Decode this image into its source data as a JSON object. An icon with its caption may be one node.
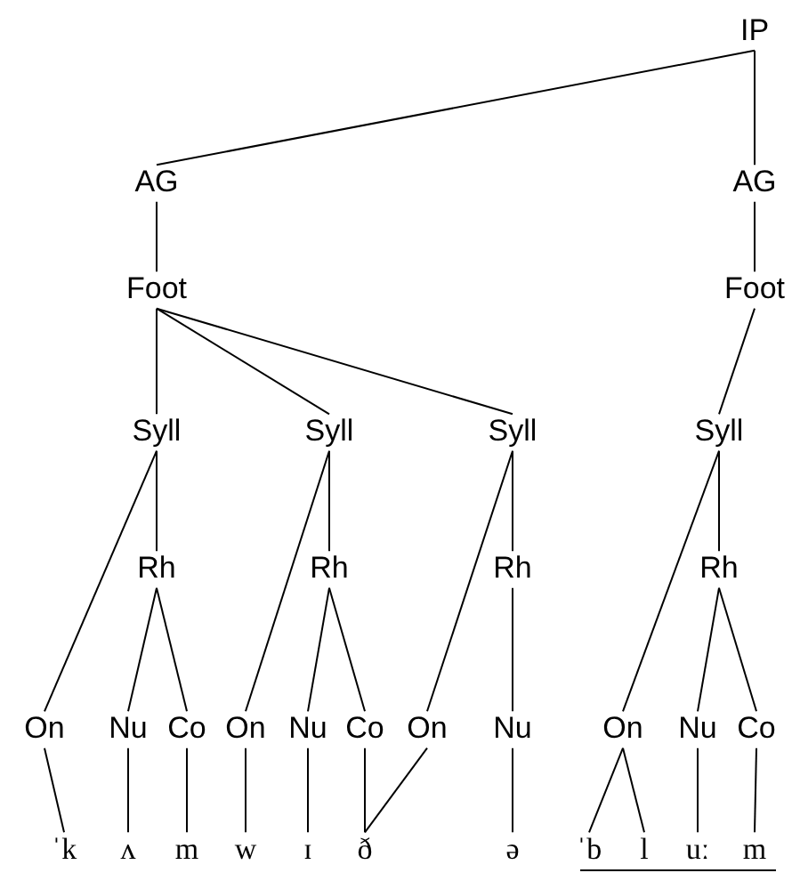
{
  "diagram": {
    "nodes": [
      {
        "text": [
          "IP"
        ]
      },
      {
        "text": [
          "AG"
        ]
      },
      {
        "text": [
          "AG"
        ]
      },
      {
        "text": [
          "Foot"
        ]
      },
      {
        "text": [
          "Foot"
        ]
      },
      {
        "text": [
          "Syll"
        ]
      },
      {
        "text": [
          "Syll"
        ]
      },
      {
        "text": [
          "Syll"
        ]
      },
      {
        "text": [
          "Syll"
        ]
      },
      {
        "text": [
          "Rh"
        ]
      },
      {
        "text": [
          "Rh"
        ]
      },
      {
        "text": [
          "Rh"
        ]
      },
      {
        "text": [
          "Rh"
        ]
      },
      {
        "text": [
          "On"
        ]
      },
      {
        "text": [
          "Nu"
        ]
      },
      {
        "text": [
          "Co"
        ]
      },
      {
        "text": [
          "On"
        ]
      },
      {
        "text": [
          "Nu"
        ]
      },
      {
        "text": [
          "Co"
        ]
      },
      {
        "text": [
          "On"
        ]
      },
      {
        "text": [
          "Nu"
        ]
      },
      {
        "text": [
          "On"
        ]
      },
      {
        "text": [
          "Nu"
        ]
      },
      {
        "text": [
          "Co"
        ]
      },
      {
        "text": [
          "ˈk"
        ]
      },
      {
        "text": [
          "ʌ"
        ]
      },
      {
        "text": [
          "m"
        ]
      },
      {
        "text": [
          "w"
        ]
      },
      {
        "text": [
          "ɪ"
        ]
      },
      {
        "text": [
          "ð"
        ]
      },
      {
        "text": [
          "ə"
        ]
      },
      {
        "text": [
          "ˈb"
        ]
      },
      {
        "text": [
          "l"
        ]
      },
      {
        "text": [
          "uː"
        ]
      },
      {
        "text": [
          "m"
        ]
      }
    ],
    "edges": [
      {
        "from": 0,
        "to": 1,
        "arrow": "none"
      },
      {
        "from": 0,
        "to": 2,
        "arrow": "none"
      },
      {
        "from": 1,
        "to": 3,
        "arrow": "none"
      },
      {
        "from": 2,
        "to": 4,
        "arrow": "none"
      },
      {
        "from": 3,
        "to": 5,
        "arrow": "none"
      },
      {
        "from": 3,
        "to": 6,
        "arrow": "none"
      },
      {
        "from": 3,
        "to": 7,
        "arrow": "none"
      },
      {
        "from": 4,
        "to": 8,
        "arrow": "none"
      },
      {
        "from": 5,
        "to": 13,
        "arrow": "none"
      },
      {
        "from": 5,
        "to": 9,
        "arrow": "none"
      },
      {
        "from": 9,
        "to": 14,
        "arrow": "none"
      },
      {
        "from": 9,
        "to": 15,
        "arrow": "none"
      },
      {
        "from": 6,
        "to": 16,
        "arrow": "none"
      },
      {
        "from": 6,
        "to": 10,
        "arrow": "none"
      },
      {
        "from": 10,
        "to": 17,
        "arrow": "none"
      },
      {
        "from": 10,
        "to": 18,
        "arrow": "none"
      },
      {
        "from": 7,
        "to": 19,
        "arrow": "none"
      },
      {
        "from": 7,
        "to": 11,
        "arrow": "none"
      },
      {
        "from": 11,
        "to": 20,
        "arrow": "none"
      },
      {
        "from": 8,
        "to": 21,
        "arrow": "none"
      },
      {
        "from": 8,
        "to": 12,
        "arrow": "none"
      },
      {
        "from": 12,
        "to": 22,
        "arrow": "none"
      },
      {
        "from": 12,
        "to": 23,
        "arrow": "none"
      },
      {
        "from": 13,
        "to": 24,
        "arrow": "none"
      },
      {
        "from": 14,
        "to": 25,
        "arrow": "none"
      },
      {
        "from": 15,
        "to": 26,
        "arrow": "none"
      },
      {
        "from": 16,
        "to": 27,
        "arrow": "none"
      },
      {
        "from": 17,
        "to": 28,
        "arrow": "none"
      },
      {
        "from": 18,
        "to": 29,
        "arrow": "none"
      },
      {
        "from": 19,
        "to": 29,
        "arrow": "none"
      },
      {
        "from": 20,
        "to": 30,
        "arrow": "none"
      },
      {
        "from": 21,
        "to": 31,
        "arrow": "none"
      },
      {
        "from": 21,
        "to": 32,
        "arrow": "none"
      },
      {
        "from": 22,
        "to": 33,
        "arrow": "none"
      },
      {
        "from": 23,
        "to": 34,
        "arrow": "none"
      }
    ]
  }
}
